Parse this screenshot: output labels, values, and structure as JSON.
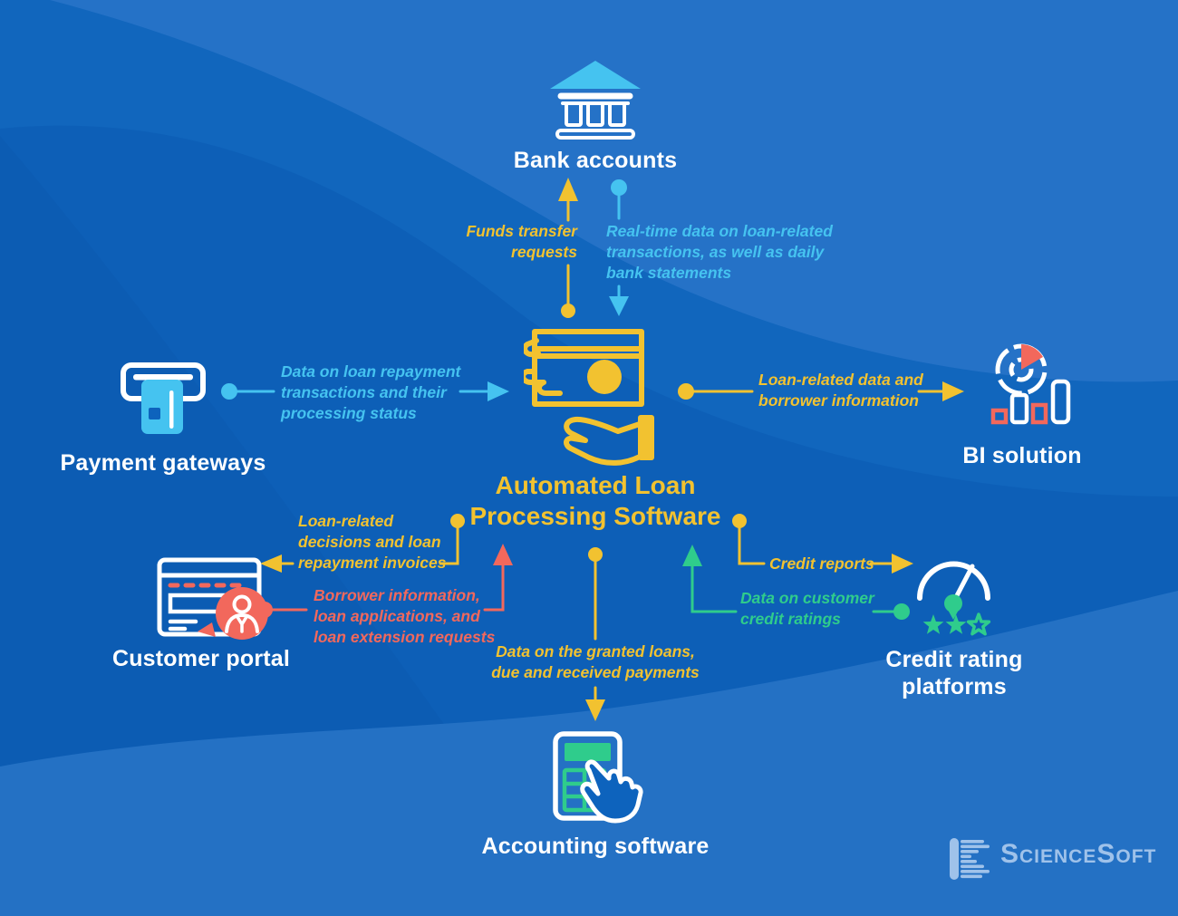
{
  "title": {
    "text": "Automated Loan\nProcessing Software"
  },
  "nodes": {
    "bank": "Bank accounts",
    "payment": "Payment gateways",
    "bi": "BI solution",
    "customer": "Customer portal",
    "credit": "Credit rating\nplatforms",
    "accounting": "Accounting software"
  },
  "flows": {
    "funds_transfer": "Funds transfer\nrequests",
    "realtime_bank_data": "Real-time data on loan-related\ntransactions, as well as daily\nbank statements",
    "repayment_transactions": "Data on loan repayment\ntransactions and their\nprocessing status",
    "loan_related_data": "Loan-related data and\nborrower information",
    "loan_decisions": "Loan-related\ndecisions and loan\nrepayment invoices",
    "borrower_information": "Borrower information,\nloan applications, and\nloan extension requests",
    "granted_loans": "Data on the granted loans,\ndue and received payments",
    "credit_reports": "Credit reports",
    "customer_credit_ratings": "Data on customer\ncredit ratings"
  },
  "branding": {
    "logo": "ScienceSoft"
  },
  "colors": {
    "background": "#0D5FB7",
    "wave_light": "#2673C8",
    "accent_yellow": "#F2C230",
    "accent_cyan": "#45C3F0",
    "accent_coral": "#F2685C",
    "accent_green": "#2FCC8C",
    "label_white": "#FFFFFF",
    "logo_text": "#9FC2EA"
  }
}
